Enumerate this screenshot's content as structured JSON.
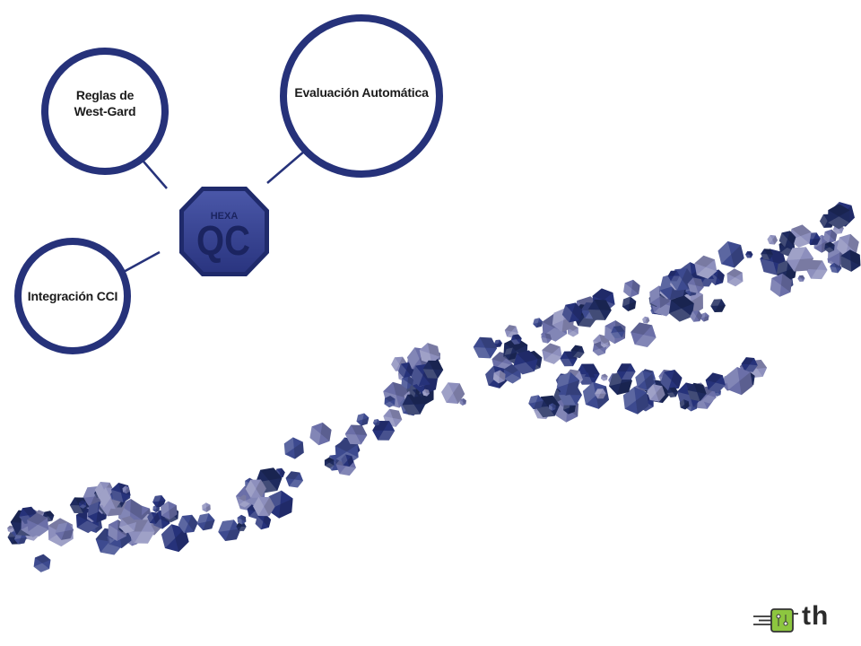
{
  "nodes": {
    "westgard": {
      "line1": "Reglas de",
      "line2": "West-Gard"
    },
    "auto": {
      "label": "Evaluación Automática"
    },
    "cci": {
      "label": "Integración CCI"
    }
  },
  "hub": {
    "small": "HEXA",
    "big": "QC"
  },
  "brand": {
    "text": "th"
  },
  "colors": {
    "primary": "#26327a",
    "dark": "#1e2a5e",
    "mid": "#3d4a8f",
    "light": "#6b6fa8",
    "pale": "#8d8fbd",
    "accent_green": "#8dc63f"
  }
}
